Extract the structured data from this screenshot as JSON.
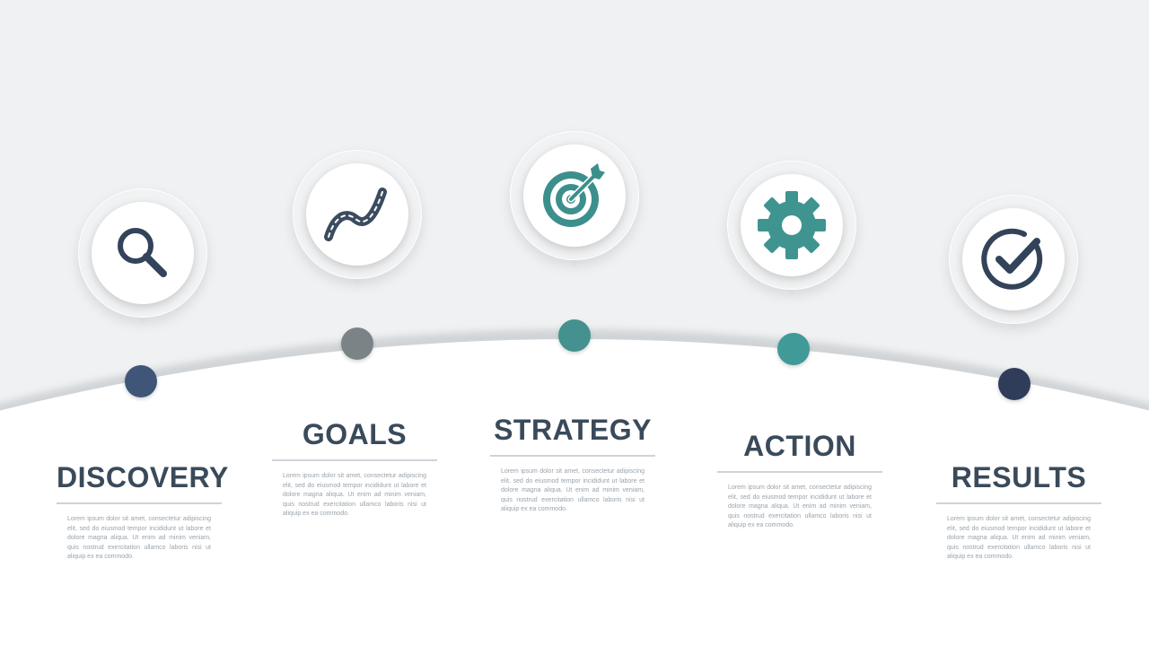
{
  "colors": {
    "background_top": "#f0f1f2",
    "background_bottom": "#ffffff",
    "title": "#3a4a5a",
    "body_text": "#9aa3ab",
    "rule": "#cdd3d8"
  },
  "steps": [
    {
      "title": "DISCOVERY",
      "icon": "magnifier-icon",
      "icon_color": "#33435a",
      "dot_color": "#3f5678",
      "body": "Lorem ipsum dolor sit amet, consectetur adipiscing elit, sed do eiusmod tempor incididunt ut labore et dolore magna aliqua. Ut enim ad minim veniam, quis nostrud exercitation ullamco laboris nisi ut aliquip ex ea commodo."
    },
    {
      "title": "GOALS",
      "icon": "road-path-icon",
      "icon_color": "#3c4c60",
      "dot_color": "#7b8387",
      "body": "Lorem ipsum dolor sit amet, consectetur adipiscing elit, sed do eiusmod tempor incididunt ut labore et dolore magna aliqua. Ut enim ad minim veniam, quis nostrud exercitation ullamco laboris nisi ut aliquip ex ea commodo."
    },
    {
      "title": "STRATEGY",
      "icon": "target-icon",
      "icon_color": "#3c8f8c",
      "dot_color": "#44918f",
      "body": "Lorem ipsum dolor sit amet, consectetur adipiscing elit, sed do eiusmod tempor incididunt ut labore et dolore magna aliqua. Ut enim ad minim veniam, quis nostrud exercitation ullamco laboris nisi ut aliquip ex ea commodo."
    },
    {
      "title": "ACTION",
      "icon": "gear-icon",
      "icon_color": "#3f948f",
      "dot_color": "#3f9a98",
      "body": "Lorem ipsum dolor sit amet, consectetur adipiscing elit, sed do eiusmod tempor incididunt ut labore et dolore magna aliqua. Ut enim ad minim veniam, quis nostrud exercitation ullamco laboris nisi ut aliquip ex ea commodo."
    },
    {
      "title": "RESULTS",
      "icon": "check-circle-icon",
      "icon_color": "#33435a",
      "dot_color": "#2f3c5a",
      "body": "Lorem ipsum dolor sit amet, consectetur adipiscing elit, sed do eiusmod tempor incididunt ut labore et dolore magna aliqua. Ut enim ad minim veniam, quis nostrud exercitation ullamco laboris nisi ut aliquip ex ea commodo."
    }
  ]
}
